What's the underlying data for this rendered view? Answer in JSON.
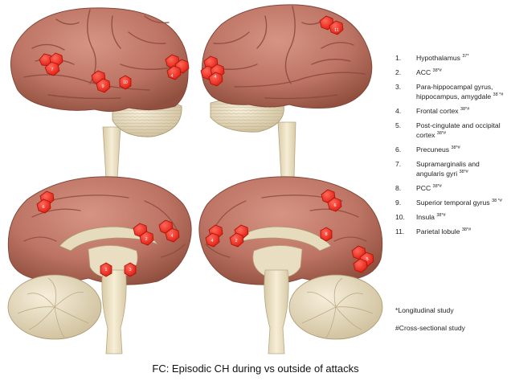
{
  "legend": {
    "items": [
      {
        "num": "1.",
        "text": "Hypothalamus",
        "ref": "37*"
      },
      {
        "num": "2.",
        "text": "ACC",
        "ref": "38*#"
      },
      {
        "num": "3.",
        "text": "Para-hippocampal gyrus, hippocampus, amygdale",
        "ref": "38 *#"
      },
      {
        "num": "4.",
        "text": "Frontal cortex",
        "ref": "38*#"
      },
      {
        "num": "5.",
        "text": "Post-cingulate and occipital cortex",
        "ref": "38*#"
      },
      {
        "num": "6.",
        "text": "Precuneus",
        "ref": "38*#"
      },
      {
        "num": "7.",
        "text": "Supramarginalis and angularis gyri",
        "ref": "38*#"
      },
      {
        "num": "8.",
        "text": "PCC",
        "ref": "38*#"
      },
      {
        "num": "9.",
        "text": "Superior temporal gyrus",
        "ref": "38 *#"
      },
      {
        "num": "10.",
        "text": "Insula",
        "ref": "38*#"
      },
      {
        "num": "11.",
        "text": "Parietal lobule",
        "ref": "38*#"
      }
    ]
  },
  "notes": {
    "longitudinal": "*Longitudinal study",
    "cross_sectional": "#Cross-sectional study"
  },
  "caption": "FC: Episodic CH during vs outside of attacks",
  "markers": {
    "top_left": [
      "7",
      "9",
      "10",
      "4"
    ],
    "top_right": [
      "11",
      "4"
    ],
    "bottom_left": [
      "6",
      "2",
      "4",
      "1",
      "3"
    ],
    "bottom_right": [
      "6",
      "4",
      "2",
      "8",
      "5"
    ]
  },
  "colors": {
    "cortex": "#c07868",
    "cortex_dark": "#8e4c40",
    "cerebellum": "#e8dcc0",
    "stem": "#efe4c6",
    "marker": "#f02a1e",
    "marker_edge": "#a81208"
  }
}
